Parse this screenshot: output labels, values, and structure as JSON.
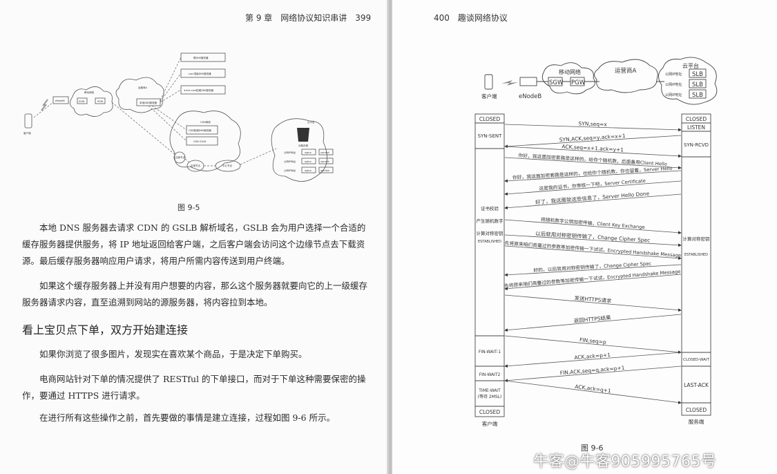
{
  "left_page": {
    "header": "第 9 章　网络协议知识串讲　399",
    "figure": {
      "caption": "图 9-5",
      "labels": {
        "client": "客户端",
        "enodeb": "eNodeB",
        "mobile_net": "移动网络",
        "sgw": "SGW",
        "pgw": "PGW",
        "carrier": "运营商A",
        "local_dns": "本地DNS服务器",
        "root_dns": "根DNS服务器",
        "com_dns": ".com顶级DNS服务器",
        "auth_dns": "★★★.com权威DNS服务器",
        "cdn_net": "CDN网络",
        "cdn_dns": "CDN权威DNS服务器",
        "cdn_gslb": "CDN GSLB",
        "edge_node": "边缘节点",
        "region_node": "区域节点",
        "center_node": "中心节点",
        "cloud": "云平台",
        "storage": "对象存储",
        "public_ip": "公网IP地址",
        "nginx": "nginx",
        "varnish": "varnish"
      }
    },
    "paragraphs": [
      "本地 DNS 服务器去请求 CDN 的 GSLB 解析域名，GSLB 会为用户选择一个合适的缓存服务器提供服务，将 IP 地址返回给客户端，之后客户端会访问这个边缘节点去下载资源。最后缓存服务器响应用户请求，将用户所需内容传送到用户终端。",
      "如果这个缓存服务器上并没有用户想要的内容，那么这个服务器就要向它的上一级缓存服务器请求内容，直至追溯到网站的源服务器，将内容拉到本地。"
    ],
    "section_title": "看上宝贝点下单，双方开始建连接",
    "paragraphs2": [
      "如果你浏览了很多图片，发现实在喜欢某个商品，于是决定下单购买。",
      "电商网站针对下单的情况提供了 RESTful 的下单接口，而对于下单这种需要保密的操作，要通过 HTTPS 进行请求。",
      "在进行所有这些操作之前，首先要做的事情是建立连接，过程如图 9-6 所示。"
    ]
  },
  "right_page": {
    "header": "400　趣谈网络协议",
    "figure": {
      "caption": "图 9-6",
      "top": {
        "client": "客户端",
        "enodeb": "eNodeB",
        "mobile_net": "移动网络",
        "sgw": "SGW",
        "pgw": "PGW",
        "carrier": "运营商A",
        "cloud": "云平台",
        "public_ip": "公网IP地址",
        "slb": "SLB"
      },
      "client_label": "客户端",
      "server_label": "服务端",
      "client_states": [
        "CLOSED",
        "SYN-SENT",
        "证书校验",
        "产生随机数字",
        "计算对称密钥",
        "ESTABLISHED",
        "FIN-WAIT-1",
        "FIN-WAIT2",
        "TIME-WAIT",
        "(等待 2MSL)",
        "CLOSED"
      ],
      "server_states": [
        "CLOSED",
        "LISTEN",
        "SYN-RCVD",
        "计算对称密钥",
        "ESTABLISHED",
        "CLOSED-WAIT",
        "LAST-ACK",
        "CLOSED"
      ],
      "messages": [
        {
          "text": "SYN,seq=x",
          "dir": "c2s"
        },
        {
          "text": "SYN,ACK,seq=y,ack=x+1",
          "dir": "s2c"
        },
        {
          "text": "ACK,seq=x+1,ack=y+1",
          "dir": "c2s"
        },
        {
          "text": "你好，我这面加密套路是这样的，给你个随机数，后面备用Client Hello",
          "dir": "c2s"
        },
        {
          "text": "你好，我这面加密套路是这样的，也给你个随机数，你也留着，Server Hello",
          "dir": "s2c"
        },
        {
          "text": "这是我的证书，你审核一下吧，Server Certificate",
          "dir": "s2c"
        },
        {
          "text": "好了，我这面就这些信息了，Server Hello Done",
          "dir": "s2c"
        },
        {
          "text": "将随机数字公钥加密传输，Client Key Exchange",
          "dir": "c2s"
        },
        {
          "text": "以后就用对称密钥传输了，Change Cipher Spec",
          "dir": "c2s"
        },
        {
          "text": "先将原来咱们商量过的参数等加密传输一下试试，Encrypted Handshake Message",
          "dir": "c2s"
        },
        {
          "text": "好的，以后就用对称密钥传输了，Change Cipher Spec",
          "dir": "s2c"
        },
        {
          "text": "先将原来咱们商量过的参数等加密传输一下试试，Encrypted Handshake Message",
          "dir": "s2c"
        },
        {
          "text": "发送HTTPS请求",
          "dir": "c2s"
        },
        {
          "text": "返回HTTPS结果",
          "dir": "s2c"
        },
        {
          "text": "FIN,seq=p",
          "dir": "c2s"
        },
        {
          "text": "ACK,ack=p+1",
          "dir": "s2c"
        },
        {
          "text": "FIN,ACK,seq=q,ack=p+1",
          "dir": "s2c"
        },
        {
          "text": "ACK,ack=q+1",
          "dir": "c2s"
        }
      ]
    }
  },
  "watermark": "牛客@牛客905995765号"
}
